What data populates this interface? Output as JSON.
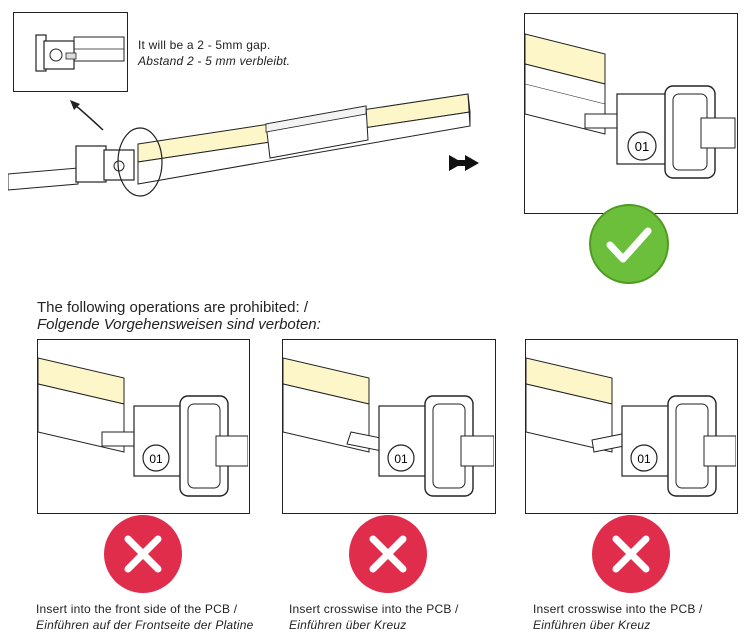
{
  "gap_note": {
    "en": "It will be a 2 - 5mm gap.",
    "de": "Abstand 2 - 5 mm verbleibt."
  },
  "prohibited_heading": {
    "en": "The following operations are prohibited: /",
    "de": "Folgende Vorgehensweisen sind verboten:"
  },
  "connector_label": "01",
  "panels": [
    {
      "en": "Insert into the front side of the PCB /",
      "de": "Einführen auf der Frontseite der Platine"
    },
    {
      "en": "Insert  crosswise  into the PCB /",
      "de": "Einführen über Kreuz"
    },
    {
      "en": "Insert  crosswise  into the PCB /",
      "de": "Einführen über Kreuz"
    }
  ],
  "colors": {
    "profile_fill": "#fdf6c8",
    "check_green": "#6cbf3a",
    "cross_red": "#e02d4b"
  }
}
